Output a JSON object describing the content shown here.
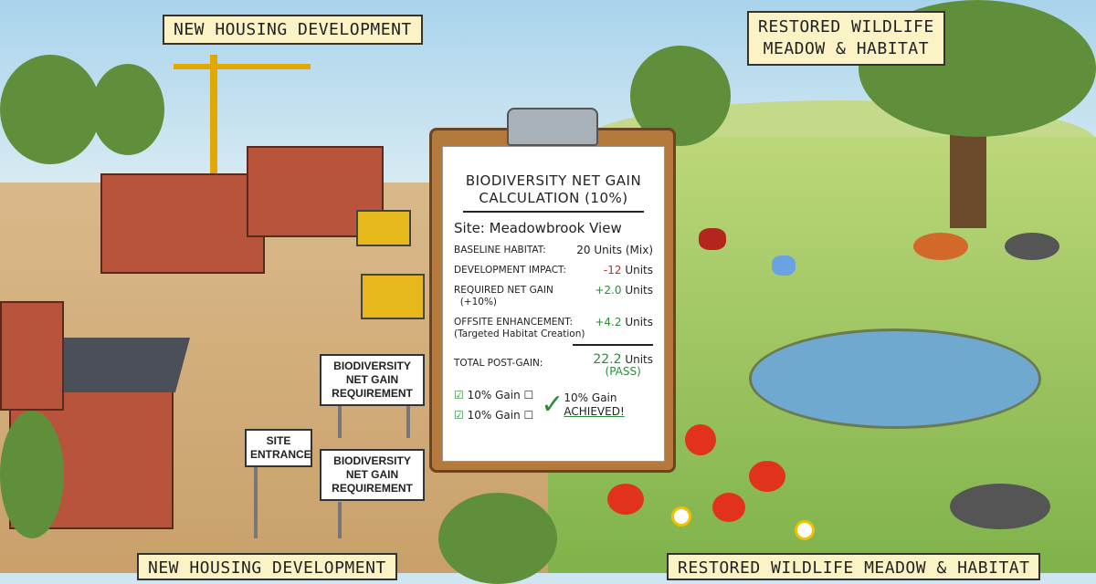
{
  "labels": {
    "top_left": "NEW HOUSING DEVELOPMENT",
    "top_right_line1": "RESTORED WILDLIFE",
    "top_right_line2": "MEADOW & HABITAT",
    "bottom_left": "NEW HOUSING DEVELOPMENT",
    "bottom_right": "RESTORED WILDLIFE MEADOW & HABITAT"
  },
  "signs": {
    "requirement_1": "BIODIVERSITY NET GAIN REQUIREMENT",
    "site_entrance": "SITE ENTRANCE",
    "requirement_2": "BIODIVERSITY NET GAIN REQUIREMENT"
  },
  "clipboard": {
    "title_line1": "BIODIVERSITY NET GAIN",
    "title_line2": "CALCULATION (10%)",
    "site": "Site: Meadowbrook View",
    "rows": [
      {
        "label": "BASELINE HABITAT:",
        "value": "20 Units (Mix)"
      },
      {
        "label": "DEVELOPMENT IMPACT:",
        "value_num": "-12",
        "value_unit": "Units"
      },
      {
        "label": "REQUIRED NET GAIN",
        "sub": "(+10%)",
        "value_num": "+2.0",
        "value_unit": "Units"
      },
      {
        "label": "OFFSITE ENHANCEMENT:",
        "sub": "(Targeted Habitat Creation)",
        "value_num": "+4.2",
        "value_unit": "Units"
      }
    ],
    "total_label": "TOTAL POST-GAIN:",
    "total_num": "22.2",
    "total_unit": "Units",
    "total_status": "(PASS)",
    "checkbox_1": "10% Gain",
    "checkbox_2": "10% Gain",
    "achieved_line1": "10% Gain",
    "achieved_line2": "ACHIEVED!"
  },
  "colors": {
    "negative": "#c62828",
    "positive": "#2e8b3a",
    "label_bg": "#fbf3c6"
  }
}
